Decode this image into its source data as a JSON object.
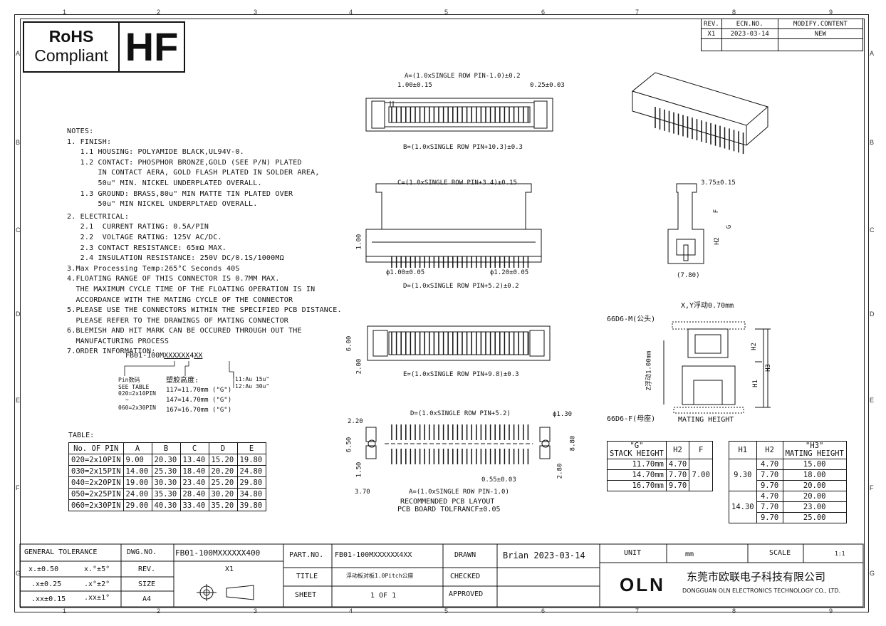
{
  "zones": {
    "cols": [
      "1",
      "2",
      "3",
      "4",
      "5",
      "6",
      "7",
      "8",
      "9"
    ],
    "rows": [
      "A",
      "B",
      "C",
      "D",
      "E",
      "F",
      "G"
    ]
  },
  "badge": {
    "rohs_line1": "RoHS",
    "rohs_line2": "Compliant",
    "hf": "HF"
  },
  "revision": {
    "headers": [
      "REV.",
      "ECN.NO.",
      "MODIFY.CONTENT"
    ],
    "rows": [
      [
        "X1",
        "2023-03-14",
        "NEW"
      ]
    ]
  },
  "notes": [
    "NOTES:",
    "1. FINISH:",
    "   1.1 HOUSING: POLYAMIDE BLACK,UL94V-0.",
    "   1.2 CONTACT: PHOSPHOR BRONZE,GOLD (SEE P/N) PLATED",
    "       IN CONTACT AERA, GOLD FLASH PLATED IN SOLDER AREA,",
    "       50u\" MIN. NICKEL UNDERPLATED OVERALL.",
    "   1.3 GROUND: BRASS,80u\" MIN MATTE TIN PLATED OVER",
    "       50u\" MIN NICKEL UNDERPLTAED OVERALL.",
    "",
    "2. ELECTRICAL:",
    "   2.1  CURRENT RATING: 0.5A/PIN",
    "   2.2  VOLTAGE RATING: 125V AC/DC.",
    "   2.3 CONTACT RESISTANCE: 65mΩ MAX.",
    "   2.4 INSULATION RESISTANCE: 250V DC/0.1S/1000MΩ",
    "3.Max Processing Temp:265°C Seconds 40S",
    "4.FLOATING RANGE OF THIS CONNECTOR IS 0.7MM MAX.",
    "  THE MAXIMUM CYCLE TIME OF THE FLOATING OPERATION IS IN",
    "  ACCORDANCE WITH THE MATING CYCLE OF THE CONNECTOR",
    "5.PLEASE USE THE CONNECTORS WITHIN THE SPECIFIED PCB DISTANCE.",
    "  PLEASE REFER TO THE DRAWINGS OF MATING CONNECTOR",
    "6.BLEMISH AND HIT MARK CAN BE OCCURED THROUGH OUT THE",
    "  MANUFACTURING PROCESS",
    "7.ORDER INFORMATION:"
  ],
  "order": {
    "part_prefix": "FB01-100M",
    "part_x": "XXXXXX",
    "part_suffix": "4",
    "part_xx": "XX",
    "pin_label": "Pin数码",
    "see_table": "SEE TABLE",
    "pin_020": "020=2x10PIN",
    "tilde": "~",
    "pin_060": "060=2x30PIN",
    "height_title": "塑胶高度:",
    "h117": "117=11.70mm (\"G\")",
    "h147": "147=14.70mm (\"G\")",
    "h167": "167=16.70mm (\"G\")",
    "plating_11": "11:Au 15u\"",
    "plating_12": "12:Au 30u\""
  },
  "pin_table": {
    "title": "TABLE:",
    "headers": [
      "No. OF PIN",
      "A",
      "B",
      "C",
      "D",
      "E"
    ],
    "rows": [
      [
        "020=2x10PIN",
        "9.00",
        "20.30",
        "13.40",
        "15.20",
        "19.80"
      ],
      [
        "030=2x15PIN",
        "14.00",
        "25.30",
        "18.40",
        "20.20",
        "24.80"
      ],
      [
        "040=2x20PIN",
        "19.00",
        "30.30",
        "23.40",
        "25.20",
        "29.80"
      ],
      [
        "050=2x25PIN",
        "24.00",
        "35.30",
        "28.40",
        "30.20",
        "34.80"
      ],
      [
        "060=2x30PIN",
        "29.00",
        "40.30",
        "33.40",
        "35.20",
        "39.80"
      ]
    ]
  },
  "dims": {
    "a": "A=(1.0xSINGLE ROW PIN-1.0)±0.2",
    "pitch": "1.00±0.15",
    "w025": "0.25±0.03",
    "b": "B=(1.0xSINGLE ROW PIN+10.3)±0.3",
    "c": "C=(1.0xSINGLE ROW PIN+3.4)±0.15",
    "h100": "1.00",
    "phi100": "ϕ1.00±0.05",
    "phi120": "ϕ1.20±0.05",
    "d": "D=(1.0xSINGLE ROW PIN+5.2)±0.2",
    "w375": "3.75±0.15",
    "f": "F",
    "g": "G",
    "h2": "H2",
    "w780": "(7.80)",
    "h600": "6.00",
    "h200": "2.00",
    "e": "E=(1.0xSINGLE ROW PIN+9.8)±0.3",
    "pcb_d": "D=(1.0xSINGLE ROW PIN+5.2)",
    "phi130": "ϕ1.30",
    "v220": "2.20",
    "v650": "6.50",
    "v150": "1.50",
    "v370": "3.70",
    "v880": "8.80",
    "v280": "2.80",
    "v055": "0.55±0.03",
    "pcb_a": "A=(1.0xSINGLE ROW PIN-1.0)",
    "pcb_title": "RECOMMENDED PCB LAYOUT",
    "pcb_tol": "PCB BOARD TOLFRANCF±0.05",
    "xy_float": "X,Y浮动0.70mm",
    "male": "66D6-M(公头)",
    "female": "66D6-F(母座)",
    "z_float": "Z浮动1.00mm",
    "mating_height": "MATING HEIGHT",
    "h1": "H1",
    "h3": "H3"
  },
  "stack_table": {
    "headers": [
      "\"G\"",
      "H2",
      "F"
    ],
    "sub_header": "STACK HEIGHT",
    "rows": [
      [
        "11.70mm",
        "4.70"
      ],
      [
        "14.70mm",
        "7.70"
      ],
      [
        "16.70mm",
        "9.70"
      ]
    ],
    "f_value": "7.00"
  },
  "mating_table": {
    "headers": [
      "H1",
      "H2",
      "\"H3\""
    ],
    "sub_header": "MATING HEIGHT",
    "groups": [
      {
        "h1": "9.30",
        "rows": [
          [
            "4.70",
            "15.00"
          ],
          [
            "7.70",
            "18.00"
          ],
          [
            "9.70",
            "20.00"
          ]
        ]
      },
      {
        "h1": "14.30",
        "rows": [
          [
            "4.70",
            "20.00"
          ],
          [
            "7.70",
            "23.00"
          ],
          [
            "9.70",
            "25.00"
          ]
        ]
      }
    ]
  },
  "title_block": {
    "general_tolerance": "GENERAL   TOLERANCE",
    "tol": [
      [
        "x.±0.50",
        "x.°±5°"
      ],
      [
        ".x±0.25",
        ".x°±2°"
      ],
      [
        ".xx±0.15",
        ".xx±1°"
      ]
    ],
    "dwg_no_label": "DWG.NO.",
    "dwg_no": "FB01-100MXXXXXX400",
    "rev_label": "REV.",
    "rev": "X1",
    "size_label": "SIZE",
    "size": "A4",
    "part_no_label": "PART.NO.",
    "part_no": "FB01-100MXXXXXX4XX",
    "title_label": "TITLE",
    "title": "浮动板对板1.0Pitch公座",
    "sheet_label": "SHEET",
    "sheet": "1  OF  1",
    "drawn_label": "DRAWN",
    "drawn": "Brian  2023-03-14",
    "checked_label": "CHECKED",
    "approved_label": "APPROVED",
    "unit_label": "UNIT",
    "unit": "mm",
    "scale_label": "SCALE",
    "scale": "1:1",
    "logo": "OLN",
    "company_cn": "东莞市欧联电子科技有限公司",
    "company_en": "DONGGUAN OLN ELECTRONICS TECHNOLOGY CO., LTD."
  }
}
